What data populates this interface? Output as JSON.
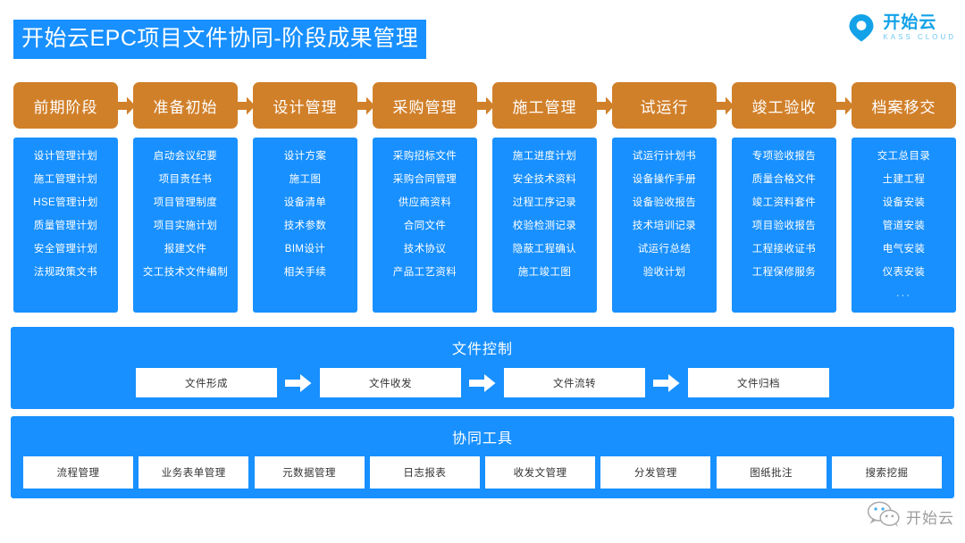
{
  "header": {
    "title": "开始云EPC项目文件协同-阶段成果管理",
    "logo": {
      "icon": "location-pin-icon",
      "name_cn": "开始云",
      "name_en": "KASS CLOUD"
    }
  },
  "colors": {
    "brand_blue": "#1890FF",
    "phase_orange": "#D1802A",
    "panel_white": "#FFFFFF"
  },
  "phases": [
    {
      "name": "前期阶段",
      "items": [
        "设计管理计划",
        "施工管理计划",
        "HSE管理计划",
        "质量管理计划",
        "安全管理计划",
        "法规政策文书"
      ]
    },
    {
      "name": "准备初始",
      "items": [
        "启动会议纪要",
        "项目责任书",
        "项目管理制度",
        "项目实施计划",
        "报建文件",
        "交工技术文件编制"
      ]
    },
    {
      "name": "设计管理",
      "items": [
        "设计方案",
        "施工图",
        "设备清单",
        "技术参数",
        "BIM设计",
        "相关手续"
      ]
    },
    {
      "name": "采购管理",
      "items": [
        "采购招标文件",
        "采购合同管理",
        "供应商资料",
        "合同文件",
        "技术协议",
        "产品工艺资料"
      ]
    },
    {
      "name": "施工管理",
      "items": [
        "施工进度计划",
        "安全技术资料",
        "过程工序记录",
        "校验检测记录",
        "隐蔽工程确认",
        "施工竣工图"
      ]
    },
    {
      "name": "试运行",
      "items": [
        "试运行计划书",
        "设备操作手册",
        "设备验收报告",
        "技术培训记录",
        "试运行总结",
        "验收计划"
      ]
    },
    {
      "name": "竣工验收",
      "items": [
        "专项验收报告",
        "质量合格文件",
        "竣工资料套件",
        "项目验收报告",
        "工程接收证书",
        "工程保修服务"
      ]
    },
    {
      "name": "档案移交",
      "items": [
        "交工总目录",
        "土建工程",
        "设备安装",
        "管道安装",
        "电气安装",
        "仪表安装",
        "···"
      ]
    }
  ],
  "file_control": {
    "title": "文件控制",
    "steps": [
      "文件形成",
      "文件收发",
      "文件流转",
      "文件归档"
    ]
  },
  "collab_tools": {
    "title": "协同工具",
    "tools": [
      "流程管理",
      "业务表单管理",
      "元数据管理",
      "日志报表",
      "收发文管理",
      "分发管理",
      "图纸批注",
      "搜索挖掘"
    ]
  },
  "watermark": {
    "icon": "wechat-icon",
    "label": "开始云"
  }
}
